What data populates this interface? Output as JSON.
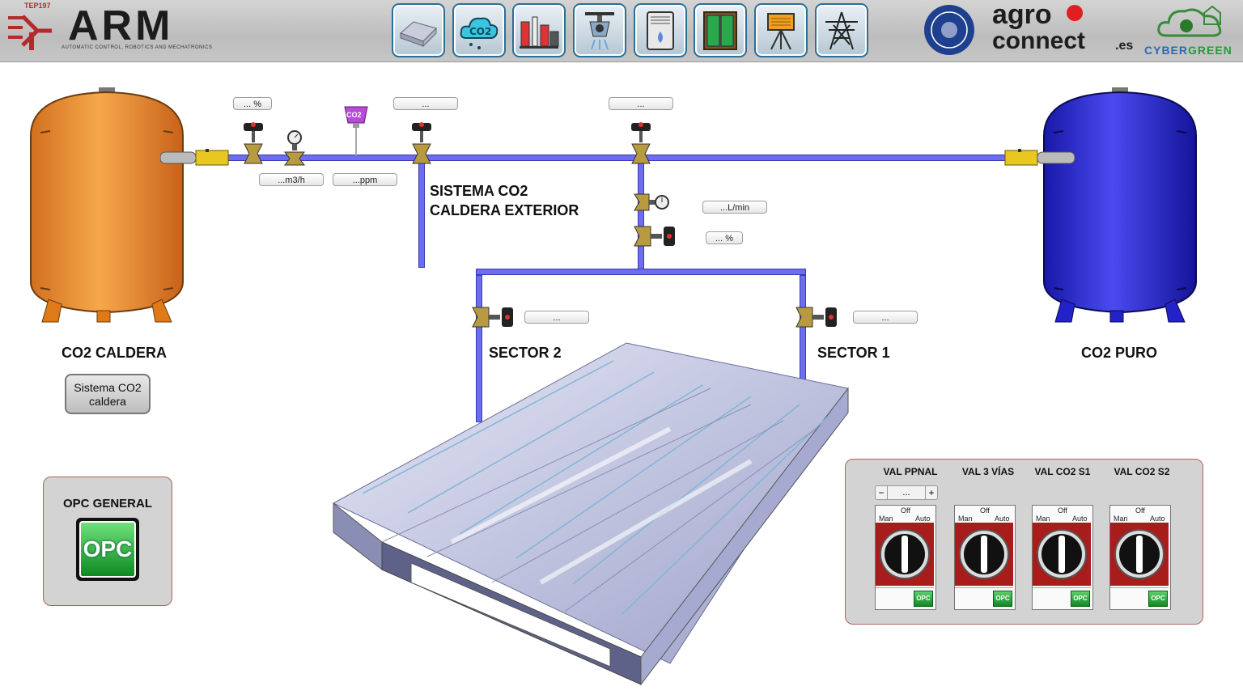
{
  "header": {
    "logo_brand": "ARM",
    "logo_tag": "TEP197",
    "logo_subtitle": "Automatic Control, Robotics and Mechatronics",
    "nav_buttons": [
      {
        "icon": "greenhouse-icon"
      },
      {
        "icon": "co2-cloud-icon"
      },
      {
        "icon": "sensors-icon"
      },
      {
        "icon": "sprinkler-icon"
      },
      {
        "icon": "dehumidifier-icon"
      },
      {
        "icon": "window-icon"
      },
      {
        "icon": "weather-station-icon"
      },
      {
        "icon": "power-tower-icon"
      }
    ],
    "partner_logos": {
      "university_seal": "university-seal-icon",
      "agro_line1": "agro",
      "agro_line2": "connect",
      "agro_suffix": ".es",
      "cybergreen_a": "CYBER",
      "cybergreen_b": "GREEN"
    }
  },
  "tanks": {
    "left_label": "CO2 CALDERA",
    "right_label": "CO2 PURO",
    "left_color": "#f39a3a",
    "right_color": "#2b2bd6"
  },
  "system_label_line1": "SISTEMA CO2",
  "system_label_line2": "CALDERA EXTERIOR",
  "sensor_badge": "CO2",
  "readouts": {
    "valve_pct_left": "... %",
    "flow_m3h": "...m3/h",
    "co2_ppm": "...ppm",
    "valve_mid": "...",
    "valve_right": "...",
    "flow_lmin": "...L/min",
    "valve_pct_center": "... %",
    "sector2_value": "...",
    "sector1_value": "..."
  },
  "sectors": {
    "sector2": "SECTOR 2",
    "sector1": "SECTOR 1"
  },
  "sistema_button": {
    "line1": "Sistema CO2",
    "line2": "caldera"
  },
  "opc_general": {
    "title": "OPC GENERAL",
    "button": "OPC"
  },
  "control_panel": {
    "stepper": {
      "minus": "−",
      "value": "...",
      "plus": "+"
    },
    "switches": [
      {
        "title": "VAL PPNAL",
        "off": "Off",
        "man": "Man",
        "auto": "Auto",
        "opc": "OPC"
      },
      {
        "title": "VAL 3 VÍAS",
        "off": "Off",
        "man": "Man",
        "auto": "Auto",
        "opc": "OPC"
      },
      {
        "title": "VAL CO2 S1",
        "off": "Off",
        "man": "Man",
        "auto": "Auto",
        "opc": "OPC"
      },
      {
        "title": "VAL CO2 S2",
        "off": "Off",
        "man": "Man",
        "auto": "Auto",
        "opc": "OPC"
      }
    ]
  },
  "colors": {
    "pipe": "#6d6df0",
    "accent_border": "#2b6f9a",
    "opc_green": "#16a02e"
  }
}
